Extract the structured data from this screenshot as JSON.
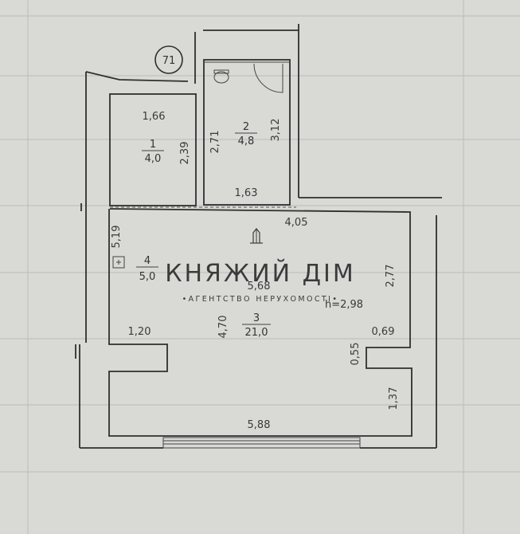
{
  "plan": {
    "marker": "71",
    "rooms": [
      {
        "number": "1",
        "area": "4,0"
      },
      {
        "number": "2",
        "area": "4,8"
      },
      {
        "number": "3",
        "area": "21,0"
      },
      {
        "number": "4",
        "area": "5,0"
      }
    ],
    "dimensions": {
      "room1_width": "1,66",
      "room1_height": "2,39",
      "room2_height_left": "2,71",
      "room2_height_right": "3,12",
      "room2_width": "1,63",
      "top_width": "4,05",
      "main_width": "5,68",
      "left_height": "5,19",
      "main_height": "4,70",
      "right_height": "2,77",
      "left_recess": "1,20",
      "right_recess": "0,69",
      "recess_depth": "0,55",
      "lower_right": "1,37",
      "bottom_width": "5,88"
    },
    "ceiling_height": "h=2,98"
  },
  "watermark": {
    "title": "КНЯЖИЙ ДІМ",
    "subtitle": "•АГЕНТСТВО НЕРУХОМОСТІ•"
  }
}
